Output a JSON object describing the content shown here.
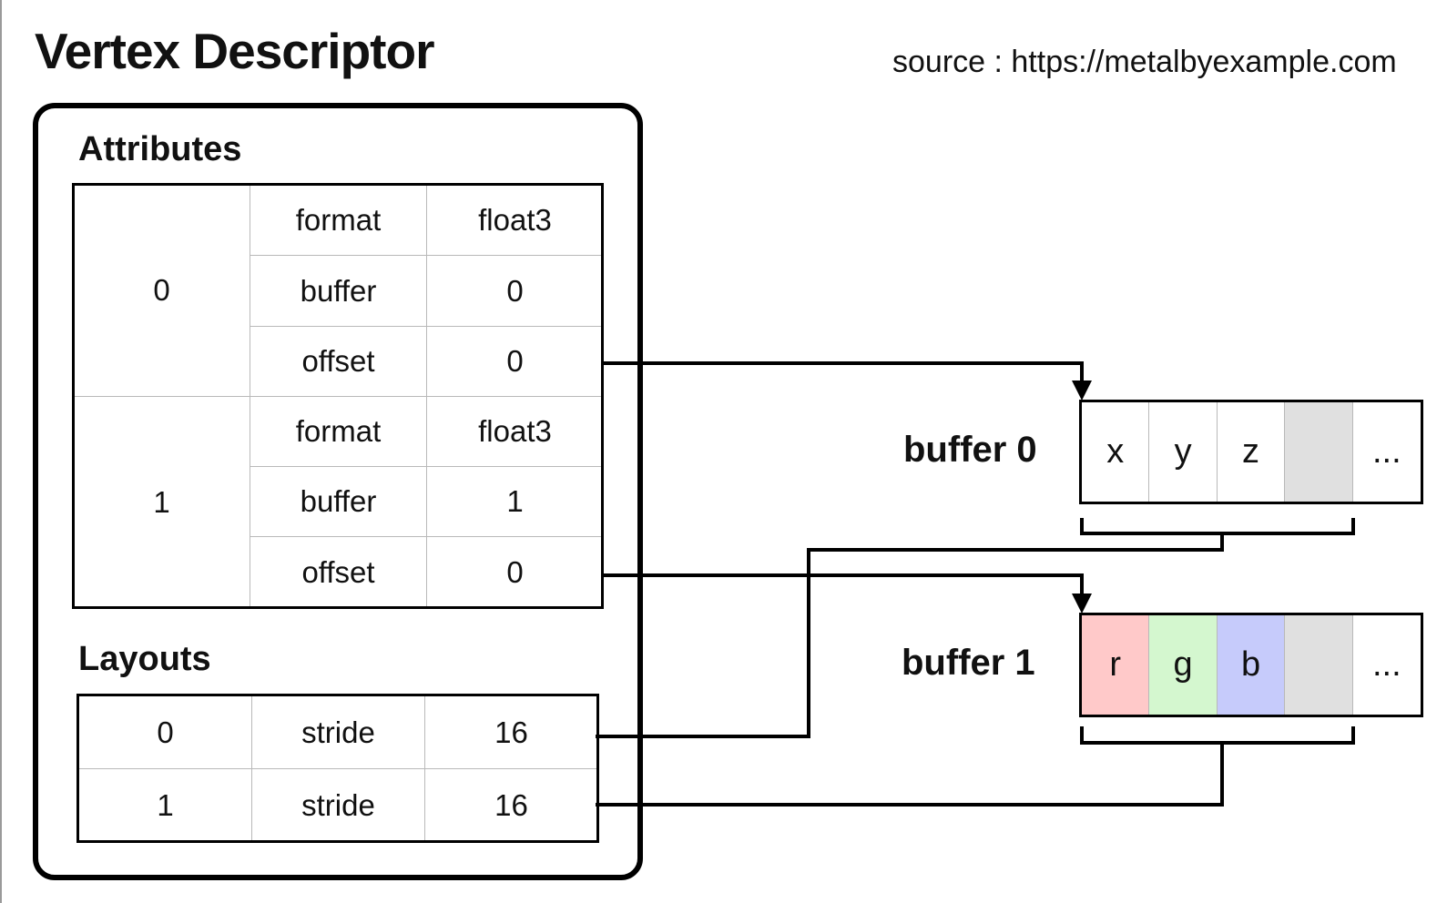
{
  "title": "Vertex Descriptor",
  "source": "source : https://metalbyexample.com",
  "attributes": {
    "heading": "Attributes",
    "items": [
      {
        "index": "0",
        "rows": [
          {
            "key": "format",
            "value": "float3"
          },
          {
            "key": "buffer",
            "value": "0"
          },
          {
            "key": "offset",
            "value": "0"
          }
        ]
      },
      {
        "index": "1",
        "rows": [
          {
            "key": "format",
            "value": "float3"
          },
          {
            "key": "buffer",
            "value": "1"
          },
          {
            "key": "offset",
            "value": "0"
          }
        ]
      }
    ]
  },
  "layouts": {
    "heading": "Layouts",
    "rows": [
      {
        "index": "0",
        "key": "stride",
        "value": "16"
      },
      {
        "index": "1",
        "key": "stride",
        "value": "16"
      }
    ]
  },
  "buffers": [
    {
      "label": "buffer 0",
      "cells": [
        {
          "text": "x",
          "color": "#ffffff"
        },
        {
          "text": "y",
          "color": "#ffffff"
        },
        {
          "text": "z",
          "color": "#ffffff"
        },
        {
          "text": "",
          "color": "#e0e0e0"
        },
        {
          "text": "...",
          "color": "#ffffff"
        }
      ]
    },
    {
      "label": "buffer 1",
      "cells": [
        {
          "text": "r",
          "color": "#ffc9c9"
        },
        {
          "text": "g",
          "color": "#d4f7cf"
        },
        {
          "text": "b",
          "color": "#c6cbfb"
        },
        {
          "text": "",
          "color": "#e0e0e0"
        },
        {
          "text": "...",
          "color": "#ffffff"
        }
      ]
    }
  ]
}
